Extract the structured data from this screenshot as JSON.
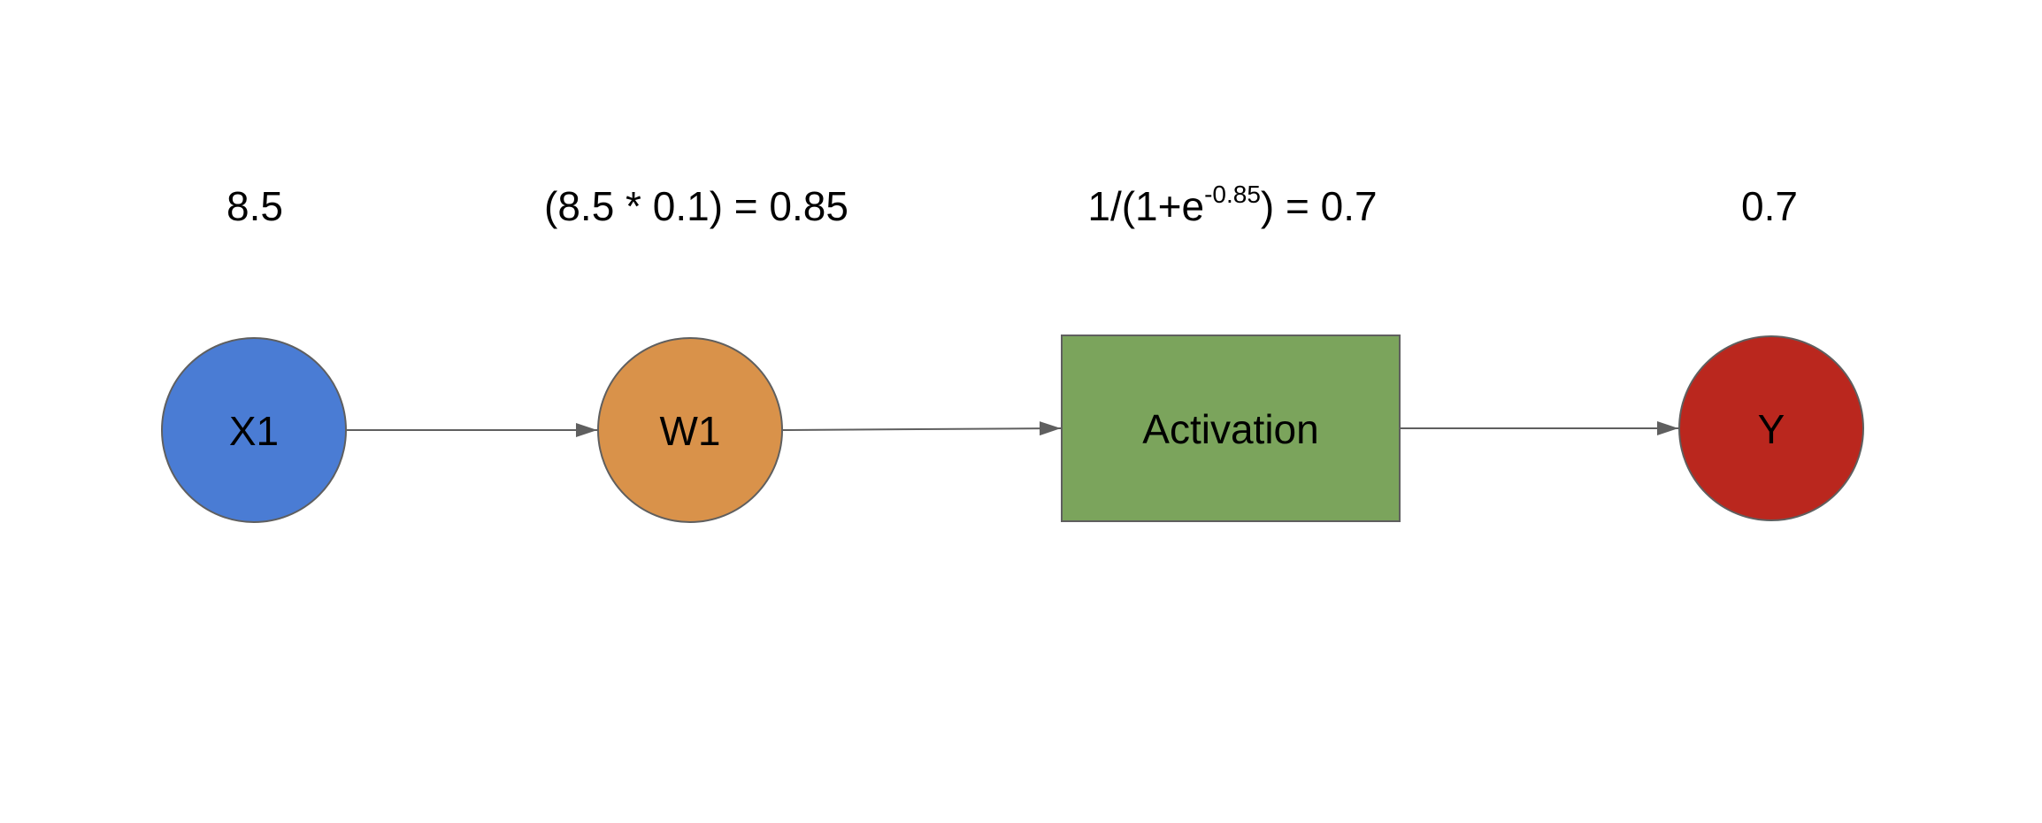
{
  "labels": {
    "x1_value": "8.5",
    "w1_formula": "(8.5 * 0.1) = 0.85",
    "act_formula_base": "1/(1+e",
    "act_formula_exp": "-0.85",
    "act_formula_tail": ") = 0.7",
    "y_value": "0.7"
  },
  "nodes": {
    "x1": "X1",
    "w1": "W1",
    "activation": "Activation",
    "y": "Y"
  },
  "colors": {
    "x1": "#4a7cd4",
    "w1": "#d9924a",
    "activation": "#7ba45c",
    "y": "#ba271e",
    "stroke": "#5f5f5f"
  }
}
